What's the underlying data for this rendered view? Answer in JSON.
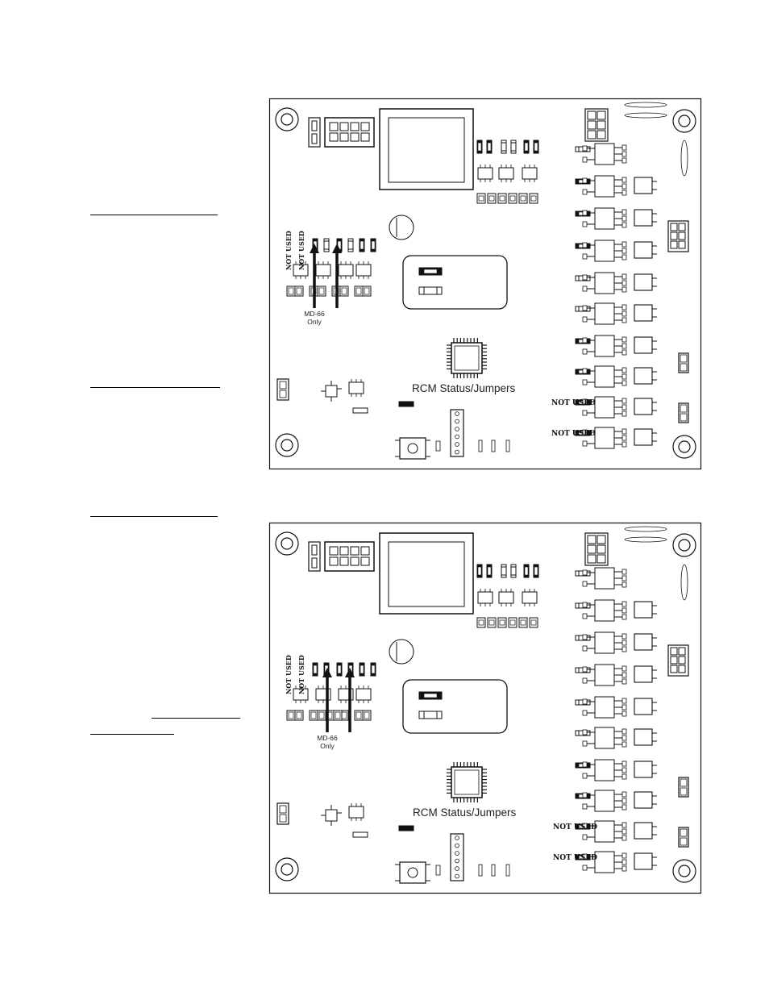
{
  "boards": [
    {
      "id": "board-1",
      "rcm_label": "RCM Status/Jumpers",
      "md66_label_line1": "MD-66",
      "md66_label_line2": "Only",
      "not_used_label": "NOT USED"
    },
    {
      "id": "board-2",
      "rcm_label": "RCM Status/Jumpers",
      "md66_label_line1": "MD-66",
      "md66_label_line2": "Only",
      "not_used_label": "NOT USED"
    }
  ],
  "colors": {
    "ink": "#111111",
    "board_bg": "#ffffff"
  }
}
